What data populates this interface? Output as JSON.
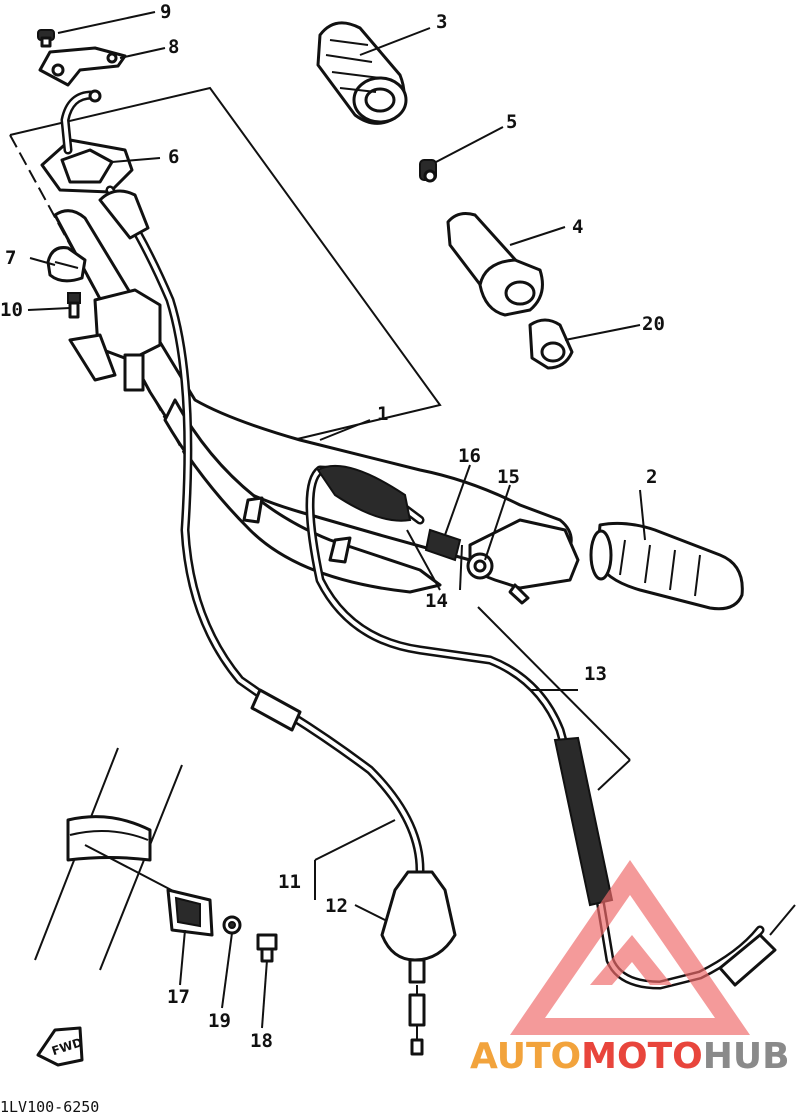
{
  "callouts": {
    "n1": "1",
    "n2": "2",
    "n3": "3",
    "n4": "4",
    "n5": "5",
    "n6": "6",
    "n7": "7",
    "n8": "8",
    "n9": "9",
    "n10": "10",
    "n11": "11",
    "n12": "12",
    "n13": "13",
    "n14": "14",
    "n15": "15",
    "n16": "16",
    "n17": "17",
    "n18": "18",
    "n19": "19",
    "n20": "20"
  },
  "fwd_label": "FWD",
  "drawing_code": "1LV100-6250",
  "watermark": {
    "part1": "AUTO",
    "part2": "MOTO",
    "part3": "HUB",
    "colors": {
      "orange": "#f2a33c",
      "red": "#e8453c",
      "gray": "#8a8a8a",
      "triangle": "#ef6a6a"
    }
  }
}
